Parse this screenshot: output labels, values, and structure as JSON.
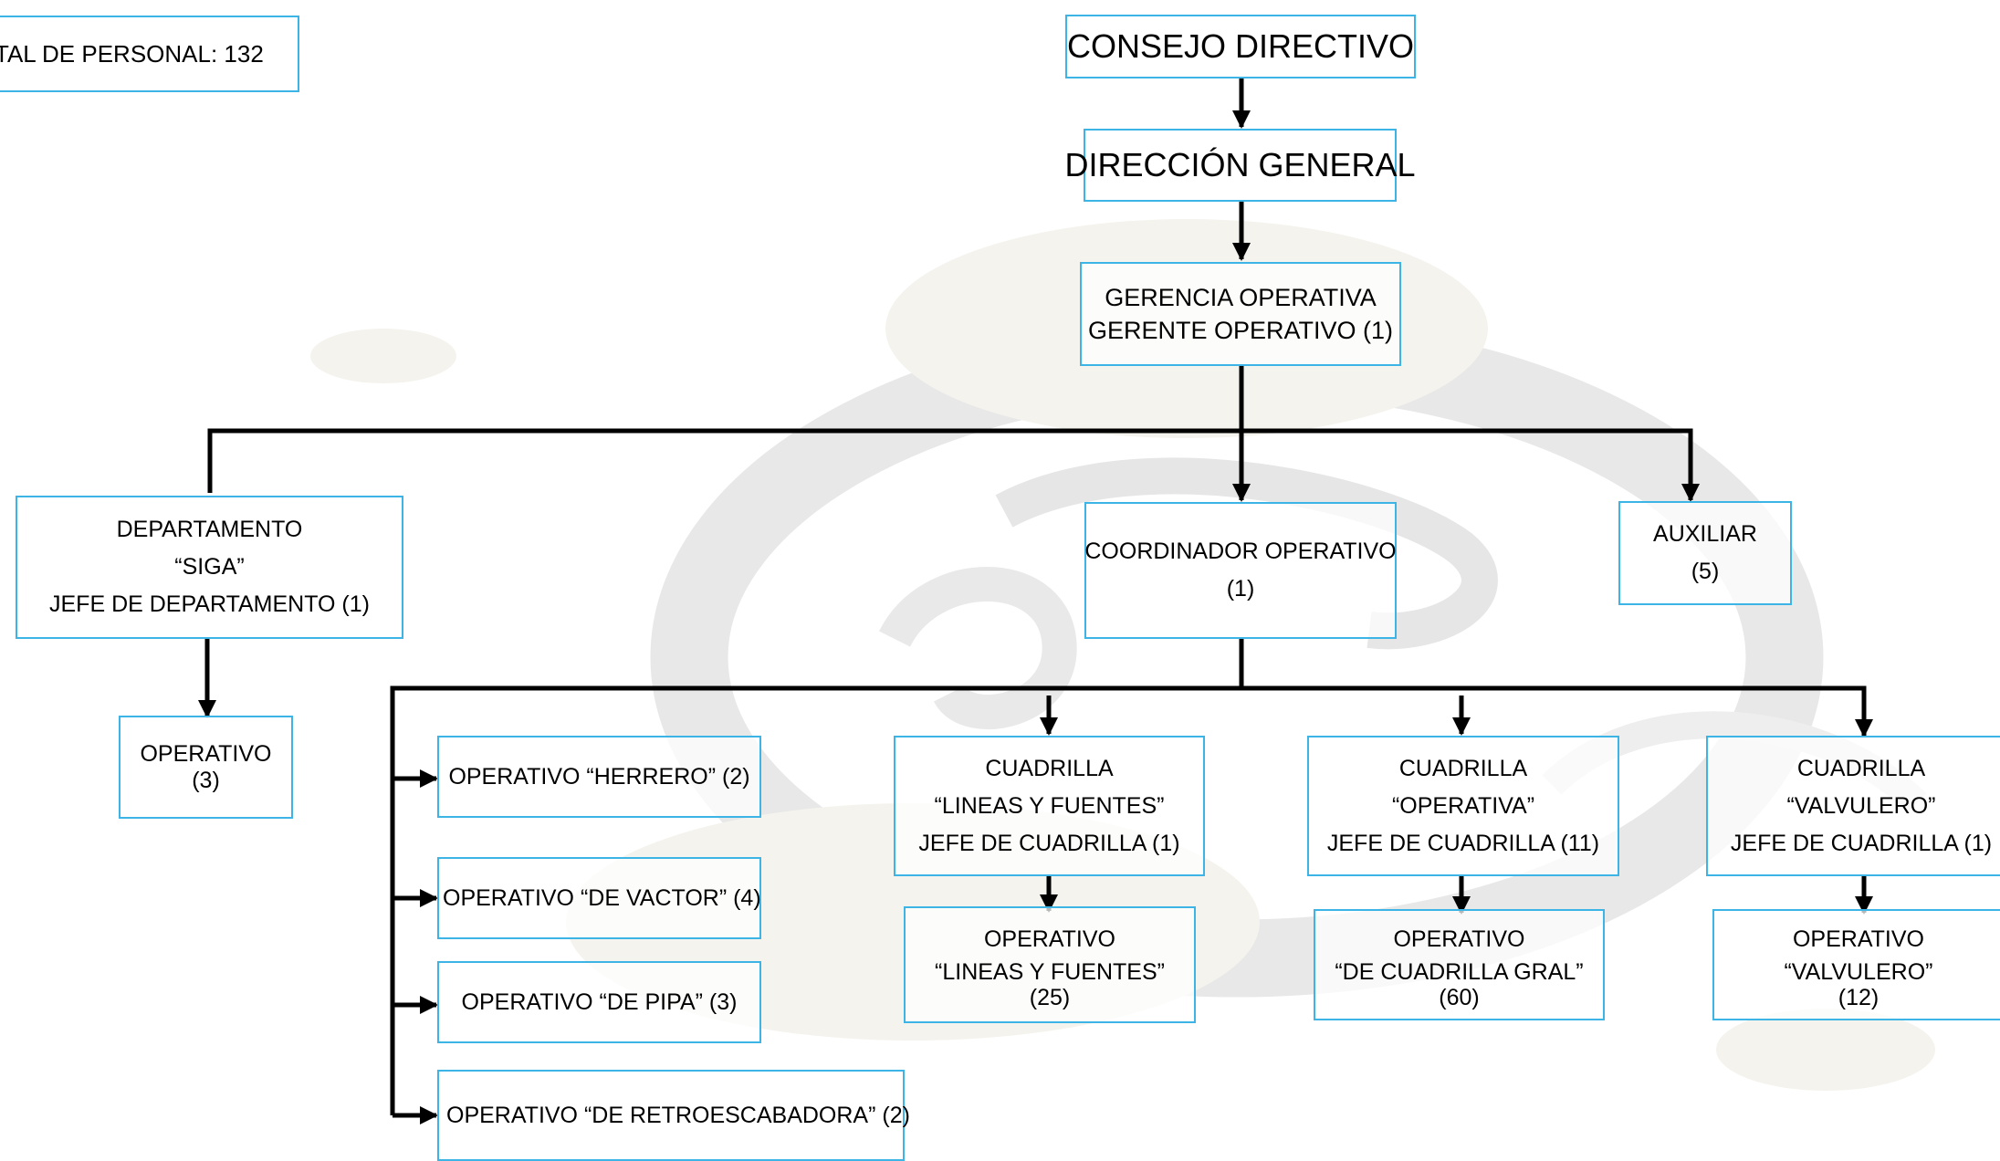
{
  "total": "TAL DE PERSONAL: 132",
  "consejo": "CONSEJO DIRECTIVO",
  "direccion": "DIRECCIÓN GENERAL",
  "gerencia": {
    "l1": "GERENCIA OPERATIVA",
    "l2": "GERENTE OPERATIVO (1)"
  },
  "depto": {
    "l1": "DEPARTAMENTO",
    "l2": "“SIGA”",
    "l3": "JEFE DE DEPARTAMENTO (1)"
  },
  "depto_op": {
    "l1": "OPERATIVO",
    "l2": "(3)"
  },
  "coordinador": {
    "l1": "COORDINADOR OPERATIVO",
    "l2": "(1)"
  },
  "auxiliar": {
    "l1": "AUXILIAR",
    "l2": "(5)"
  },
  "op_herrero": "OPERATIVO “HERRERO” (2)",
  "op_vactor": "OPERATIVO “DE VACTOR” (4)",
  "op_pipa": "OPERATIVO “DE PIPA” (3)",
  "op_retro": "OPERATIVO “DE RETROESCABADORA” (2)",
  "cuad_lineas": {
    "l1": "CUADRILLA",
    "l2": "“LINEAS Y FUENTES”",
    "l3": "JEFE DE CUADRILLA (1)"
  },
  "cuad_operativa": {
    "l1": "CUADRILLA",
    "l2": "“OPERATIVA”",
    "l3": "JEFE DE CUADRILLA (11)"
  },
  "cuad_valvulero": {
    "l1": "CUADRILLA",
    "l2": "“VALVULERO”",
    "l3": "JEFE DE CUADRILLA (1)"
  },
  "op_lineas": {
    "l1": "OPERATIVO",
    "l2": "“LINEAS Y FUENTES”",
    "l3": "(25)"
  },
  "op_gral": {
    "l1": "OPERATIVO",
    "l2": "“DE CUADRILLA GRAL”",
    "l3": "(60)"
  },
  "op_valvulero": {
    "l1": "OPERATIVO",
    "l2": "“VALVULERO”",
    "l3": "(12)"
  }
}
